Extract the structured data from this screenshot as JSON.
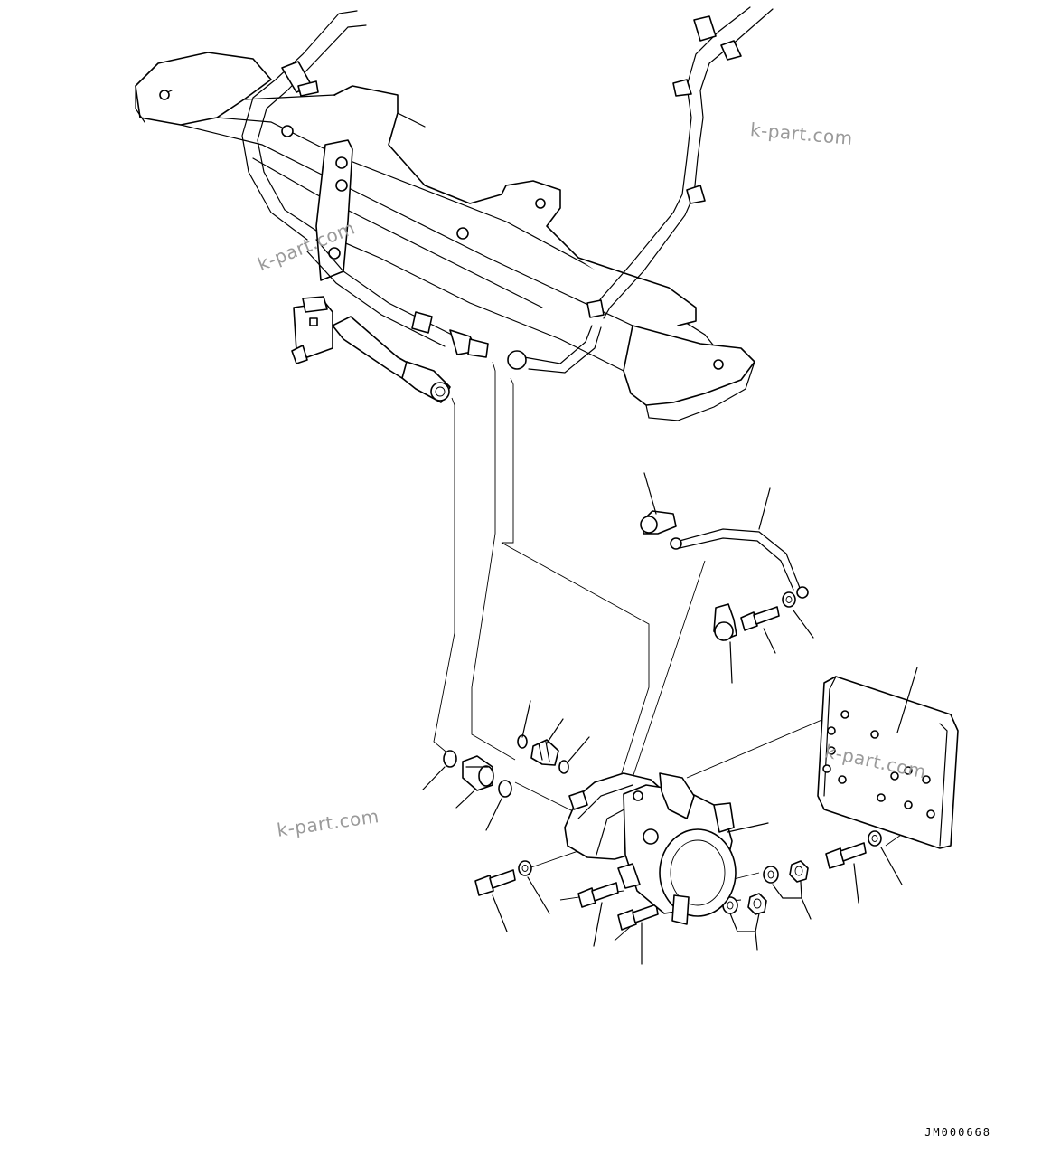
{
  "watermarks": [
    "k-part.com",
    "k-part.com",
    "k-part.com"
  ],
  "drawing_code": "JM000668"
}
